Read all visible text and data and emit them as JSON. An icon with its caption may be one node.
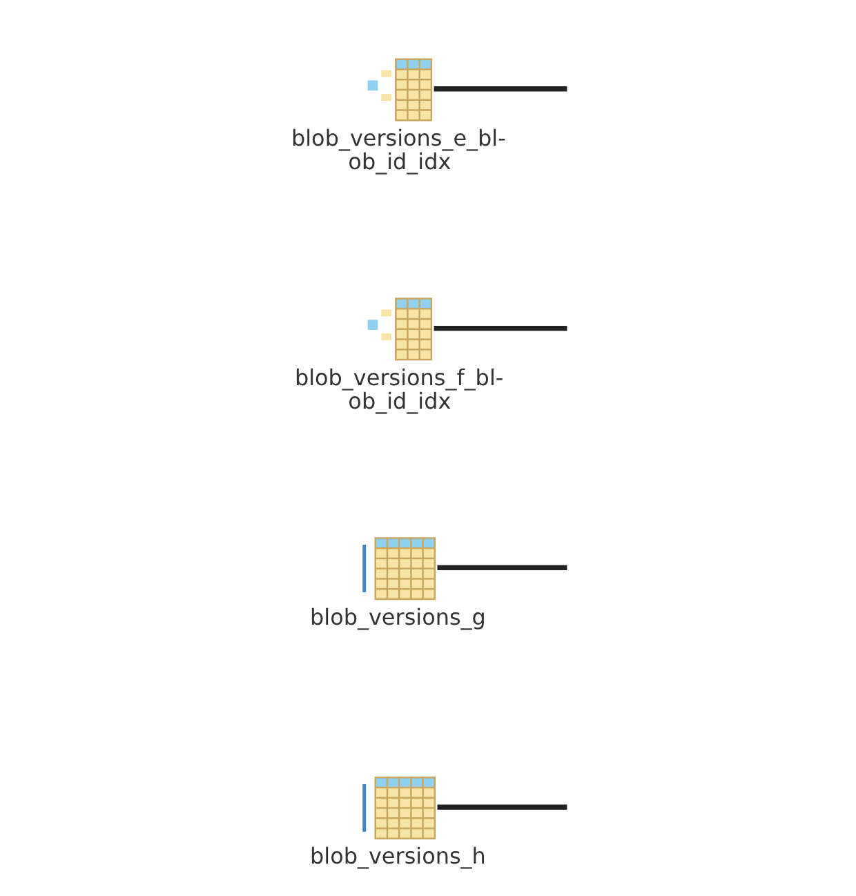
{
  "diagram": {
    "nodes": [
      {
        "text": [
          "blob_versions_e_bl- ob_id_idx"
        ]
      },
      {
        "text": [
          "blob_versions_f_bl- ob_id_idx"
        ]
      },
      {
        "text": [
          "blob_versions_g"
        ]
      },
      {
        "text": [
          "blob_versions_h"
        ]
      }
    ],
    "edges": [
      {
        "from": 0,
        "to": null,
        "arrow": "none"
      },
      {
        "from": 1,
        "to": null,
        "arrow": "none"
      },
      {
        "from": 2,
        "to": null,
        "arrow": "none"
      },
      {
        "from": 3,
        "to": null,
        "arrow": "none"
      }
    ]
  }
}
